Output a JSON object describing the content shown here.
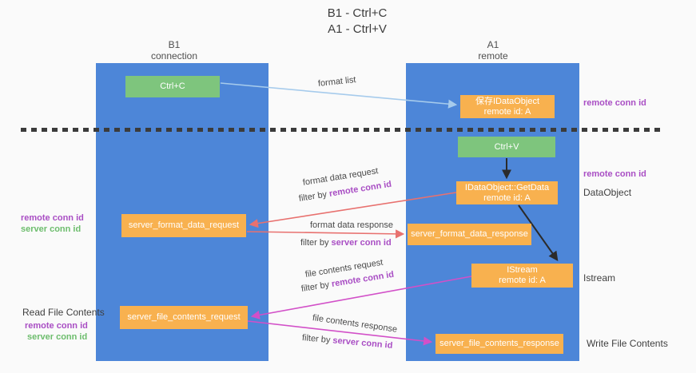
{
  "title": {
    "line1": "B1 - Ctrl+C",
    "line2": "A1 - Ctrl+V"
  },
  "lifelines": {
    "b1": {
      "name": "B1",
      "role": "connection"
    },
    "a1": {
      "name": "A1",
      "role": "remote"
    }
  },
  "nodes": {
    "ctrl_c": {
      "label": "Ctrl+C"
    },
    "ctrl_v": {
      "label": "Ctrl+V"
    },
    "save_idataobject": {
      "line1": "保存IDataObject",
      "line2": "remote id: A"
    },
    "getdata": {
      "line1": "IDataObject::GetData",
      "line2": "remote id: A"
    },
    "istream": {
      "line1": "IStream",
      "line2": "remote id: A"
    },
    "format_request": {
      "label": "server_format_data_request"
    },
    "format_response": {
      "label": "server_format_data_response"
    },
    "file_request": {
      "label": "server_file_contents_request"
    },
    "file_response": {
      "label": "server_file_contents_response"
    }
  },
  "arrows": {
    "format_list": {
      "label": "format list"
    },
    "format_data_request": {
      "label": "format data request",
      "filter_prefix": "filter by ",
      "filter_key": "remote conn id"
    },
    "format_data_response": {
      "label": "format data response",
      "filter_prefix": "filter by ",
      "filter_key": "server conn id"
    },
    "file_contents_request": {
      "label": "file contents request",
      "filter_prefix": "filter by ",
      "filter_key": "remote conn id"
    },
    "file_contents_response": {
      "label": "file contents response",
      "filter_prefix": "filter by ",
      "filter_key": "server conn id"
    }
  },
  "side_labels": {
    "right_remote_conn_id_top": "remote conn id",
    "right_remote_conn_id_mid": "remote conn id",
    "dataobject": "DataObject",
    "istream": "Istream",
    "write_file_contents": "Write File Contents",
    "read_file_contents": "Read File Contents",
    "left_format_remote": "remote conn id",
    "left_format_server": "server conn id",
    "left_file_remote": "remote conn id",
    "left_file_server": "server conn id"
  },
  "colors": {
    "lifeline_blue": "#4d86d8",
    "box_green": "#7ec57d",
    "box_orange": "#f8b14f",
    "arrow_light_blue": "#a6cbec",
    "arrow_red": "#e8716f",
    "arrow_magenta": "#d250c8",
    "arrow_black": "#2b2b2b",
    "label_purple": "#a94ec4",
    "label_green": "#6dbd6d"
  }
}
